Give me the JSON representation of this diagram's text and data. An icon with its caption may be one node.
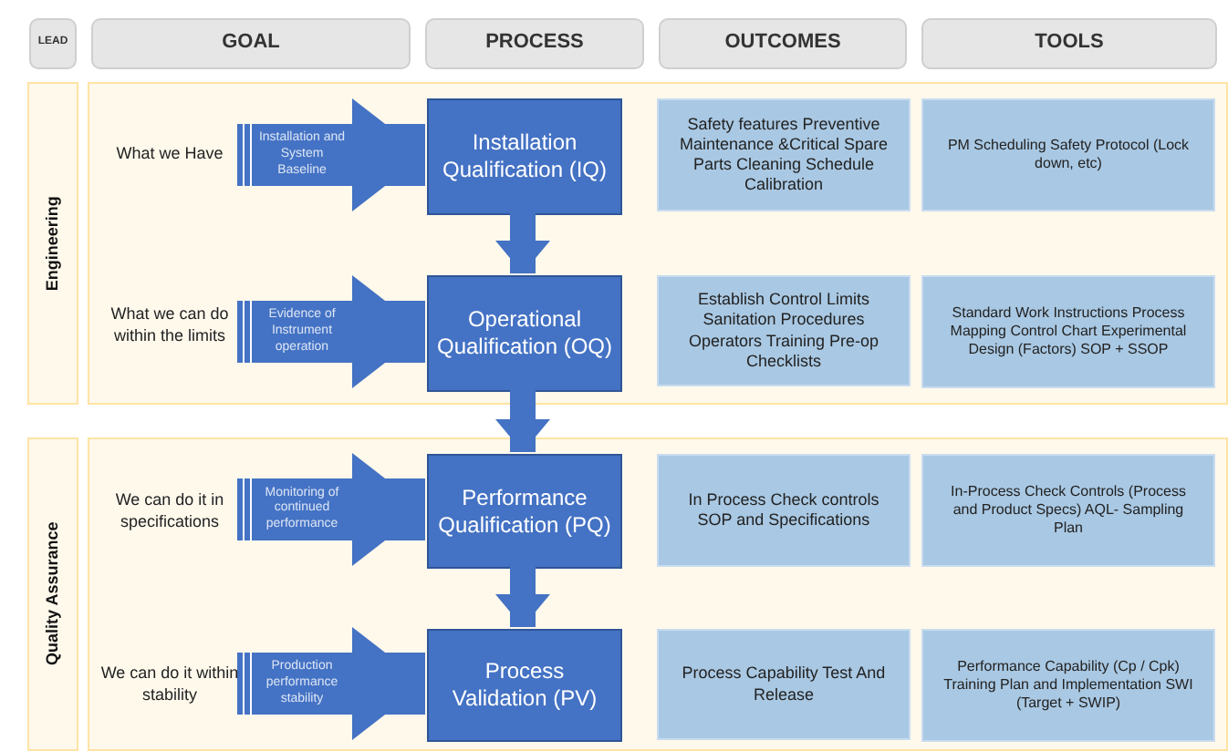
{
  "diagram": {
    "nodes": [
      {
        "text": [
          "LEAD"
        ]
      },
      {
        "text": [
          "GOAL"
        ]
      },
      {
        "text": [
          "PROCESS"
        ]
      },
      {
        "text": [
          "OUTCOMES"
        ]
      },
      {
        "text": [
          "TOOLS"
        ]
      },
      {
        "text": [
          "Engineering"
        ]
      },
      {
        "text": [],
        "shape": "box"
      },
      {
        "text": [
          "What we Have"
        ],
        "in": 6
      },
      {
        "text": [
          "Installation Qualification (IQ)"
        ],
        "in": 6
      },
      {
        "text": [
          "Safety features Preventive Maintenance &Critical Spare Parts Cleaning Schedule Calibration"
        ],
        "in": 6
      },
      {
        "text": [
          "PM Scheduling Safety Protocol (Lock down, etc)"
        ],
        "in": 6
      },
      {
        "text": [
          "What we can do within the limits"
        ],
        "in": 6
      },
      {
        "text": [
          "Operational Qualification (OQ)"
        ],
        "in": 6
      },
      {
        "text": [
          "Establish Control Limits Sanitation Procedures Operators Training Pre-op Checklists"
        ],
        "in": 6
      },
      {
        "text": [
          "Standard Work Instructions Process Mapping Control Chart Experimental Design (Factors) SOP + SSOP"
        ],
        "in": 6
      },
      {
        "text": [
          "Quality Assurance"
        ]
      },
      {
        "text": [],
        "shape": "box"
      },
      {
        "text": [
          "We can do it in specifications"
        ],
        "in": 16
      },
      {
        "text": [
          "Performance Qualification (PQ)"
        ],
        "in": 16
      },
      {
        "text": [
          "In Process Check controls SOP and Specifications"
        ],
        "in": 16
      },
      {
        "text": [
          "In-Process Check Controls (Process and Product Specs) AQL- Sampling Plan"
        ],
        "in": 16
      },
      {
        "text": [
          "We can do it within stability"
        ],
        "in": 16
      },
      {
        "text": [
          "Process Validation (PV)"
        ],
        "in": 16
      },
      {
        "text": [
          "Process Capability Test And Release"
        ],
        "in": 16
      },
      {
        "text": [
          "Performance Capability (Cp / Cpk) Training Plan and Implementation SWI (Target + SWIP)"
        ],
        "in": 16
      }
    ],
    "edges": [
      {
        "from": 7,
        "to": 8,
        "arrow": "to",
        "label": "Installation and System Baseline"
      },
      {
        "from": 8,
        "to": 12,
        "arrow": "to"
      },
      {
        "from": 11,
        "to": 12,
        "arrow": "to",
        "label": "Evidence of Instrument operation"
      },
      {
        "from": 12,
        "to": 18,
        "arrow": "to"
      },
      {
        "from": 17,
        "to": 18,
        "arrow": "to",
        "label": "Monitoring of continued performance"
      },
      {
        "from": 18,
        "to": 22,
        "arrow": "to"
      },
      {
        "from": 21,
        "to": 22,
        "arrow": "to",
        "label": "Production performance stability"
      }
    ]
  }
}
